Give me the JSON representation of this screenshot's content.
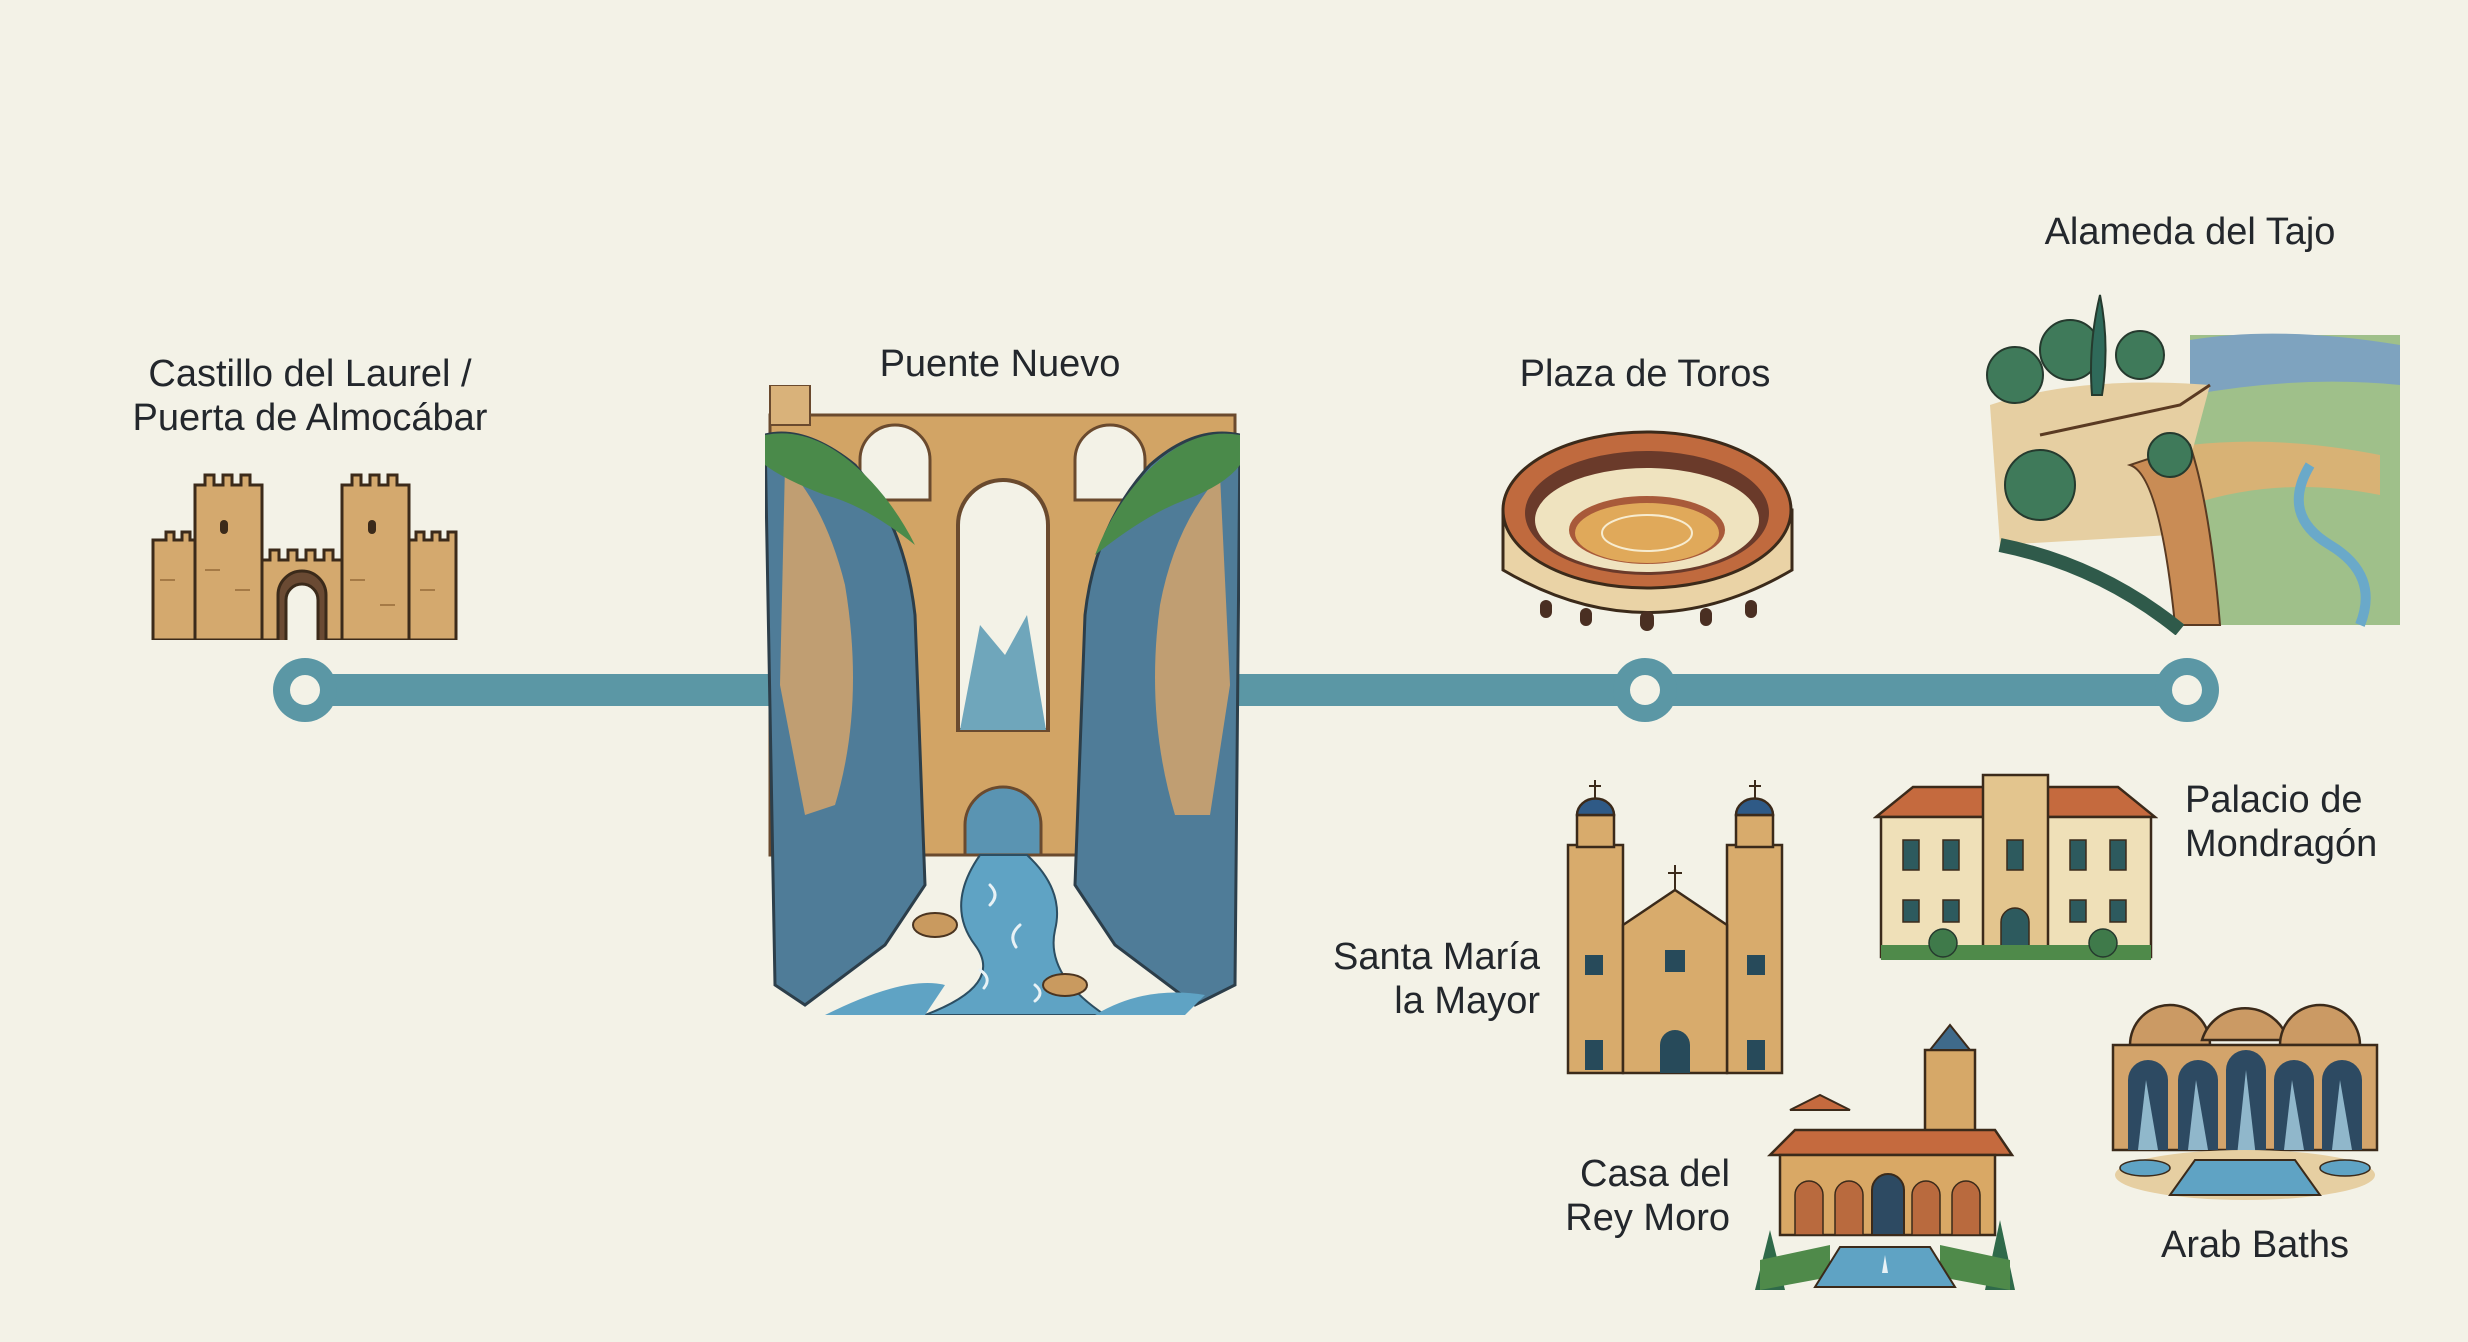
{
  "diagram": {
    "type": "timeline-route",
    "colors": {
      "background": "#f3f2e7",
      "timeline": "#5b97a5",
      "text": "#23272c",
      "stone": "#d2a56a",
      "roof": "#c56a3e",
      "water": "#5fa3c4",
      "foliage": "#4f8a4a"
    },
    "main_stops": [
      {
        "id": "castillo",
        "label": "Castillo del Laurel /\nPuerta de Almocábar",
        "icon": "castle-gate-icon",
        "has_node": true
      },
      {
        "id": "puente",
        "label": "Puente Nuevo",
        "icon": "bridge-gorge-icon",
        "has_node": false
      },
      {
        "id": "plaza",
        "label": "Plaza de Toros",
        "icon": "bullring-icon",
        "has_node": true
      },
      {
        "id": "alameda",
        "label": "Alameda del Tajo",
        "icon": "park-cliff-icon",
        "has_node": true
      }
    ],
    "secondary_stops": [
      {
        "id": "santa-maria",
        "label": "Santa María\nla Mayor",
        "icon": "church-icon"
      },
      {
        "id": "palacio",
        "label": "Palacio de\nMondragón",
        "icon": "palace-icon"
      },
      {
        "id": "casa-rey-moro",
        "label": "Casa del\nRey Moro",
        "icon": "moorish-house-icon"
      },
      {
        "id": "arab-baths",
        "label": "Arab Baths",
        "icon": "arab-baths-icon"
      }
    ]
  }
}
